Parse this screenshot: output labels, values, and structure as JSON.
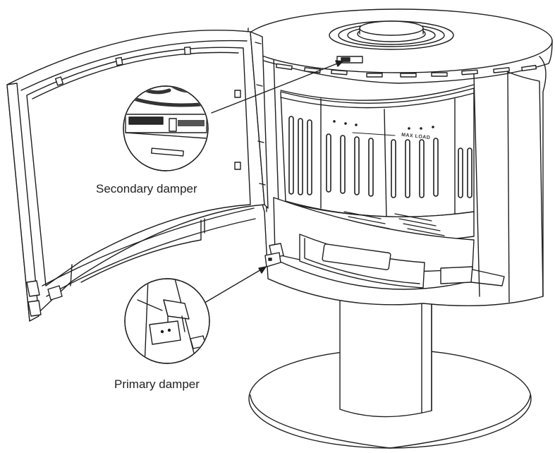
{
  "labels": {
    "secondary": "Secondary damper",
    "primary": "Primary damper",
    "max_load": "MAX LOAD"
  },
  "colors": {
    "stroke": "#1e1e1e",
    "fill": "#ffffff",
    "shade": "#2a2a2a",
    "light": "#e6e6e6"
  }
}
